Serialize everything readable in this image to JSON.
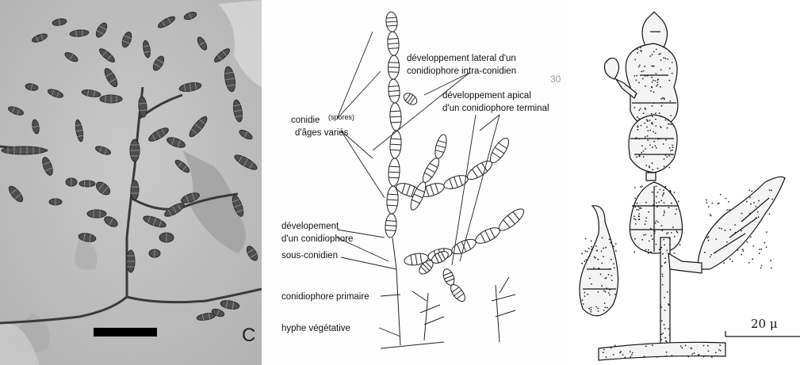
{
  "panel_a": {
    "letter": "C",
    "colors": {
      "background": "#bfbfbf",
      "spore": "#4a4a4a",
      "scalebar": "#000000"
    }
  },
  "panel_b": {
    "labels": {
      "lateral_line1": "développement lateral d'un",
      "lateral_line2": "conidiophore intra-conidien",
      "apical_line1": "développement apical",
      "apical_line2": "d'un conidiophore terminal",
      "conidie": "conidie",
      "spores": "(spores)",
      "ages": "d'âges variés",
      "devel_line1": "dévelopement",
      "devel_line2": "d'un conidiophore",
      "devel_line3": "sous-conidien",
      "primaire": "conidiophore primaire",
      "hyphe": "hyphe végétative"
    },
    "page_number": "30"
  },
  "panel_c": {
    "scale_label": "20 μ"
  }
}
